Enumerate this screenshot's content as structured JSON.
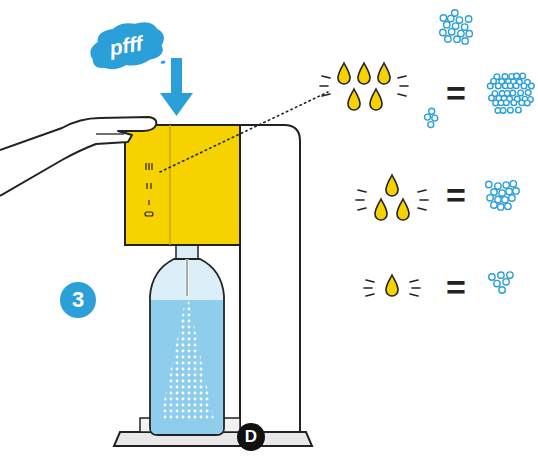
{
  "diagram": {
    "nodes": [
      {
        "text": [
          "pfff"
        ]
      },
      {
        "text": [
          "3"
        ]
      },
      {
        "text": [
          "D"
        ]
      }
    ],
    "labels": [
      "=",
      "=",
      "="
    ]
  }
}
